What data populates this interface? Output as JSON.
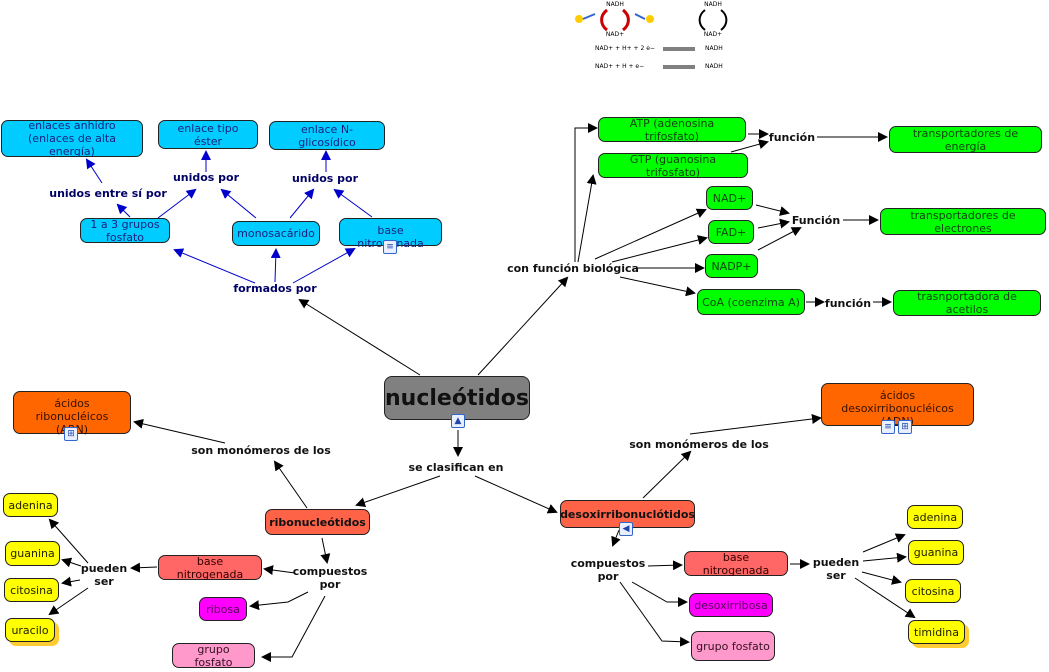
{
  "root": {
    "label": "nucleótidos",
    "icon": "image-icon"
  },
  "structure_branch": {
    "link_formados": "formados por",
    "components": [
      "1 a 3 grupos fosfato",
      "monosacárido",
      "base nitrogenada"
    ],
    "link_unidos_entre": "unidos entre sí por",
    "link_unidos_por_1": "unidos por",
    "link_unidos_por_2": "unidos por",
    "bonds": [
      "enlaces anhidro\n(enlaces de alta energía)",
      "enlace tipo éster",
      "enlace N-glicosídico"
    ],
    "base_icon": "document-icon"
  },
  "function_branch": {
    "link": "con función biológica",
    "energy": [
      "ATP (adenosina trifosfato)",
      "GTP (guanosina trifosfato)"
    ],
    "energy_link": "función",
    "energy_target": "transportadores de energía",
    "electron": [
      "NAD+",
      "FAD+",
      "NADP+"
    ],
    "electron_link": "Función",
    "electron_target": "transportadores de electrones",
    "coa": "CoA (coenzima A)",
    "coa_link": "función",
    "coa_target": "trasnportadora de acetilos"
  },
  "classification": {
    "link": "se clasifican en",
    "ribo": {
      "label": "ribonucleótidos",
      "monomer_link": "son monómeros de los",
      "polymer": "ácidos ribonucléicos\n(ARN)",
      "composed_link": "compuestos\npor",
      "parts": [
        "base nitrogenada",
        "ribosa",
        "grupo fosfato"
      ],
      "bases_link": "pueden\nser",
      "bases": [
        "adenina",
        "guanina",
        "citosina",
        "uracilo"
      ]
    },
    "deoxy": {
      "label": "desoxirribonuclótidos",
      "monomer_link": "son monómeros de los",
      "polymer": "ácidos desoxirribonucléicos\n(ADN)",
      "composed_link": "compuestos\npor",
      "parts": [
        "base nitrogenada",
        "desoxirribosa",
        "grupo fosfato"
      ],
      "bases_link": "pueden\nser",
      "bases": [
        "adenina",
        "guanina",
        "citosina",
        "timidina"
      ]
    }
  },
  "top_image": {
    "top_label": "NADH",
    "bottom_label": "NAD+",
    "eq1_left": "NAD+  +  H+  + 2 e−",
    "eq1_right": "NADH",
    "eq2_left": "NAD+  +  H  +  e−",
    "eq2_right": "NADH"
  },
  "colors": {
    "blue": "#00ccff",
    "green": "#00ff00",
    "orange": "#ff6600",
    "salmon": "#ff6347",
    "grey": "#808080",
    "yellow": "#ffff00",
    "magenta": "#ff00ff",
    "pink": "#ff99cc",
    "navy_link": "#0000cc"
  }
}
